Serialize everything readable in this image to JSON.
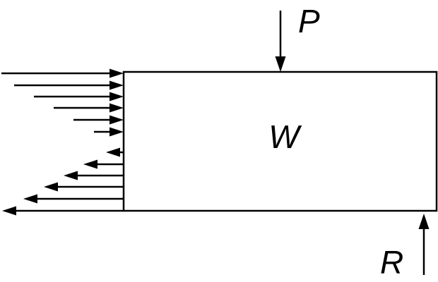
{
  "diagram": {
    "labels": {
      "load": "P",
      "weight": "W",
      "reaction": "R"
    },
    "colors": {
      "ink": "#000000",
      "background": "#ffffff"
    }
  }
}
